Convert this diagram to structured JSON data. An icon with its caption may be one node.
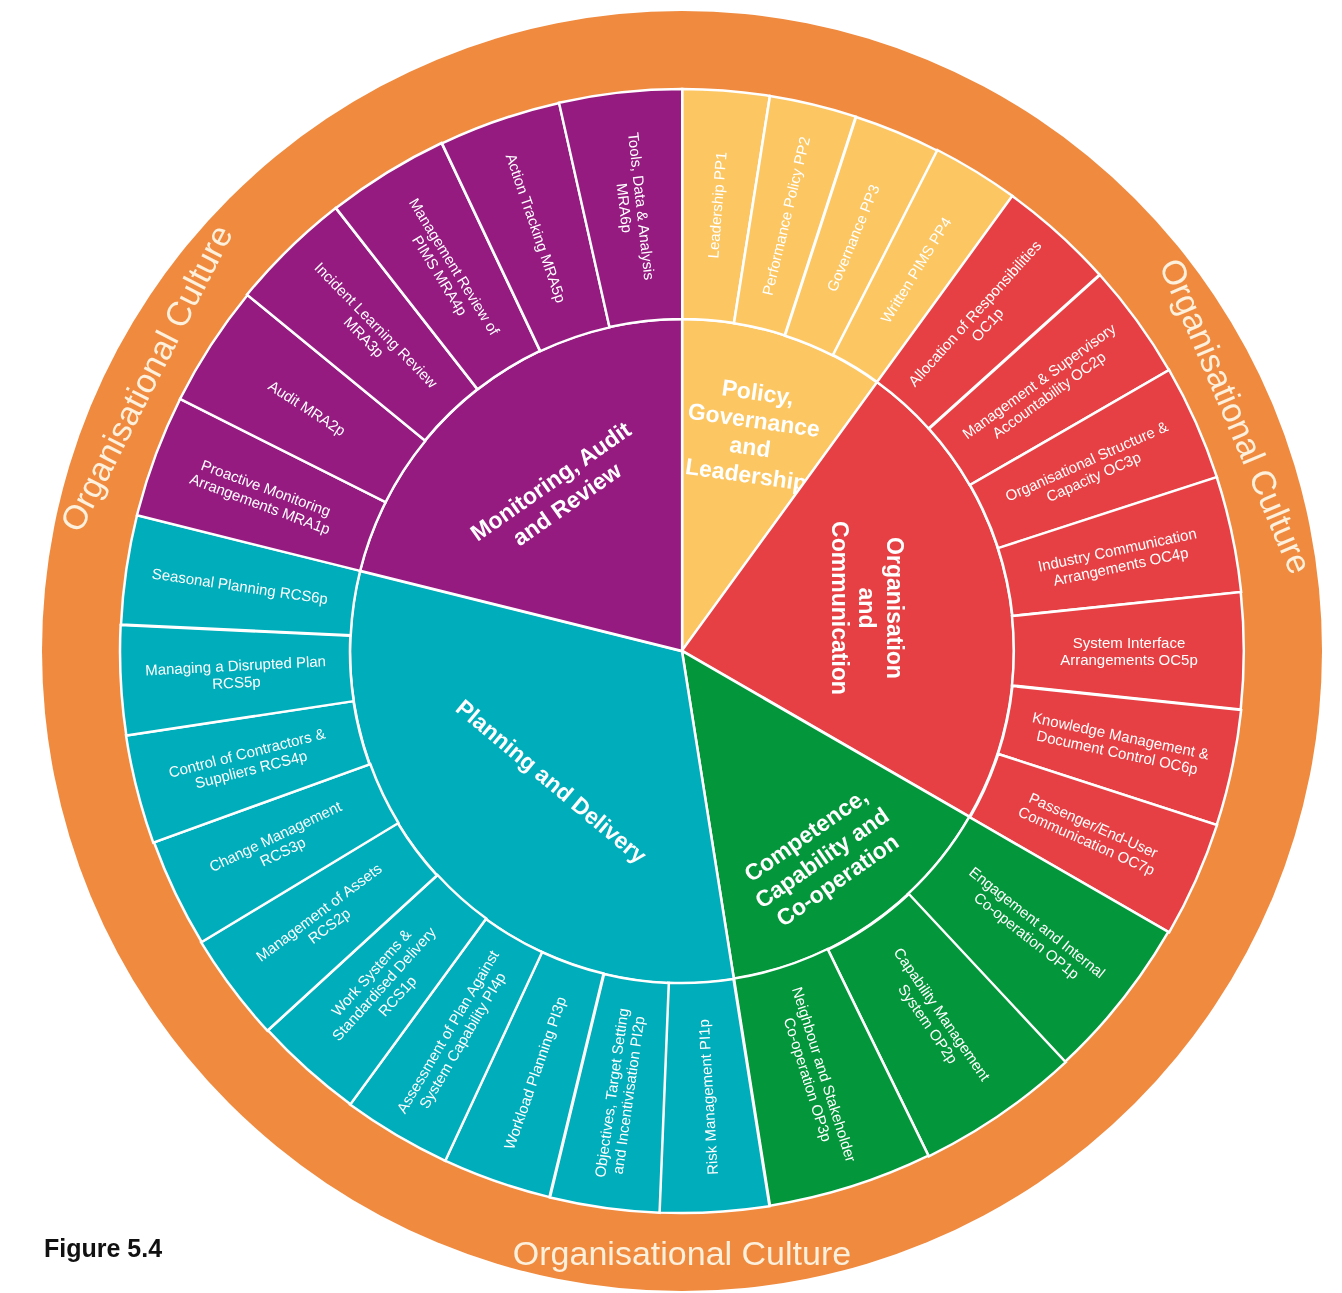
{
  "diagram": {
    "caption": "Figure 5.4",
    "nodes": [
      {
        "text": [
          "Organisational Culture",
          "Organisational Culture",
          "Organisational Culture"
        ]
      },
      {
        "text": [
          "Policy, Governance and Leadership"
        ],
        "in": 0
      },
      {
        "text": [
          "Leadership PP1"
        ],
        "in": 0
      },
      {
        "text": [
          "Performance Policy PP2"
        ],
        "in": 0
      },
      {
        "text": [
          "Governance PP3"
        ],
        "in": 0
      },
      {
        "text": [
          "Written PIMS PP4"
        ],
        "in": 0
      },
      {
        "text": [
          "Organisation and Communication"
        ],
        "in": 0
      },
      {
        "text": [
          "Allocation of Responsibilities OC1p"
        ],
        "in": 0
      },
      {
        "text": [
          "Management & Supervisory Accountability OC2p"
        ],
        "in": 0
      },
      {
        "text": [
          "Organisational Structure & Capacity OC3p"
        ],
        "in": 0
      },
      {
        "text": [
          "Industry Communication Arrangements OC4p"
        ],
        "in": 0
      },
      {
        "text": [
          "System Interface Arrangements OC5p"
        ],
        "in": 0
      },
      {
        "text": [
          "Knowledge Management & Document Control OC6p"
        ],
        "in": 0
      },
      {
        "text": [
          "Passenger/End-User Communication OC7p"
        ],
        "in": 0
      },
      {
        "text": [
          "Competence, Capability and Co-operation"
        ],
        "in": 0
      },
      {
        "text": [
          "Engagement and Internal Co-operation OP1p"
        ],
        "in": 0
      },
      {
        "text": [
          "Capability Management System OP2p"
        ],
        "in": 0
      },
      {
        "text": [
          "Neighbour and Stakeholder Co-operation OP3p"
        ],
        "in": 0
      },
      {
        "text": [
          "Planning and Delivery"
        ],
        "in": 0
      },
      {
        "text": [
          "Risk Management PI1p"
        ],
        "in": 0
      },
      {
        "text": [
          "Objectives, Target Setting and Incentivisation PI2p"
        ],
        "in": 0
      },
      {
        "text": [
          "Workload Planning PI3p"
        ],
        "in": 0
      },
      {
        "text": [
          "Assessment of Plan Against System Capability PI4p"
        ],
        "in": 0
      },
      {
        "text": [
          "Work Systems & Standardised Delivery RCS1p"
        ],
        "in": 0
      },
      {
        "text": [
          "Management of Assets RCS2p"
        ],
        "in": 0
      },
      {
        "text": [
          "Change Management RCS3p"
        ],
        "in": 0
      },
      {
        "text": [
          "Control of Contractors & Suppliers RCS4p"
        ],
        "in": 0
      },
      {
        "text": [
          "Managing a Disrupted Plan RCS5p"
        ],
        "in": 0
      },
      {
        "text": [
          "Seasonal Planning RCS6p"
        ],
        "in": 0
      },
      {
        "text": [
          "Monitoring, Audit and Review"
        ],
        "in": 0
      },
      {
        "text": [
          "Proactive Monitoring Arrangements MRA1p"
        ],
        "in": 0
      },
      {
        "text": [
          "Audit MRA2p"
        ],
        "in": 0
      },
      {
        "text": [
          "Incident Learning Review MRA3p"
        ],
        "in": 0
      },
      {
        "text": [
          "Management Review of PIMS MRA4p"
        ],
        "in": 0
      },
      {
        "text": [
          "Action Tracking MRA5p"
        ],
        "in": 0
      },
      {
        "text": [
          "Tools, Data & Analysis MRA6p"
        ],
        "in": 0
      }
    ]
  }
}
